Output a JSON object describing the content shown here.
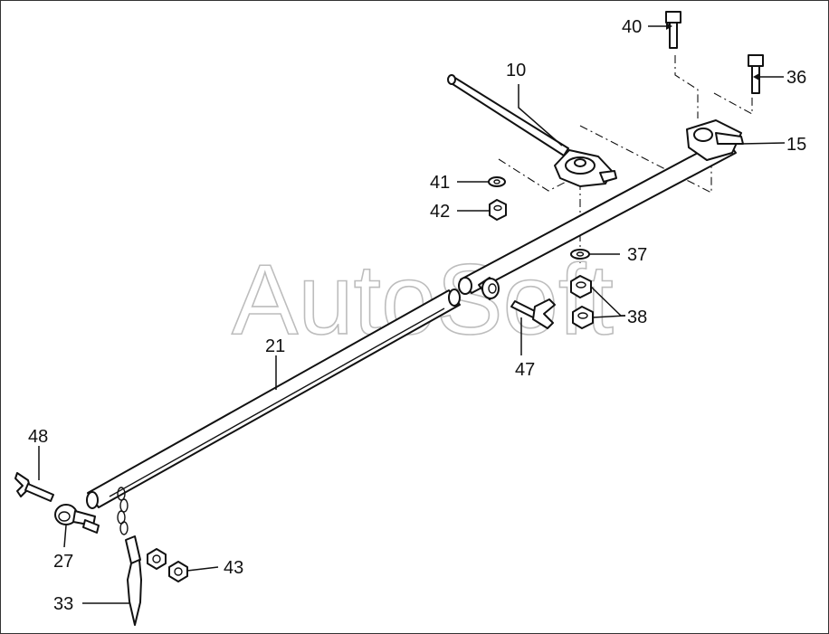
{
  "watermark": "AutoSoft",
  "callouts": {
    "p10": "10",
    "p15": "15",
    "p21": "21",
    "p27": "27",
    "p33": "33",
    "p36": "36",
    "p37": "37",
    "p38": "38",
    "p40": "40",
    "p41": "41",
    "p42": "42",
    "p43": "43",
    "p47": "47",
    "p48": "48"
  }
}
